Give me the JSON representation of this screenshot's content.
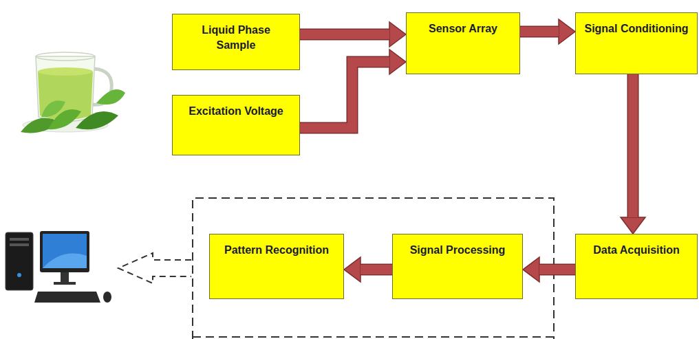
{
  "diagram": {
    "nodes": [
      {
        "text": [
          "Liquid Phase Sample"
        ]
      },
      {
        "text": [
          "Sensor Array"
        ]
      },
      {
        "text": [
          "Signal Conditioning"
        ]
      },
      {
        "text": [
          "Excitation Voltage"
        ]
      },
      {
        "text": [
          "Pattern Recognition"
        ]
      },
      {
        "text": [
          "Signal Processing"
        ]
      },
      {
        "text": [
          "Data Acquisition"
        ]
      }
    ],
    "edges": [
      {
        "from": 0,
        "to": 1,
        "arrow": "to"
      },
      {
        "from": 3,
        "to": 1,
        "arrow": "to"
      },
      {
        "from": 1,
        "to": 2,
        "arrow": "to"
      },
      {
        "from": 2,
        "to": 6,
        "arrow": "to"
      },
      {
        "from": 6,
        "to": 5,
        "arrow": "to"
      },
      {
        "from": 5,
        "to": 4,
        "arrow": "to"
      }
    ]
  }
}
